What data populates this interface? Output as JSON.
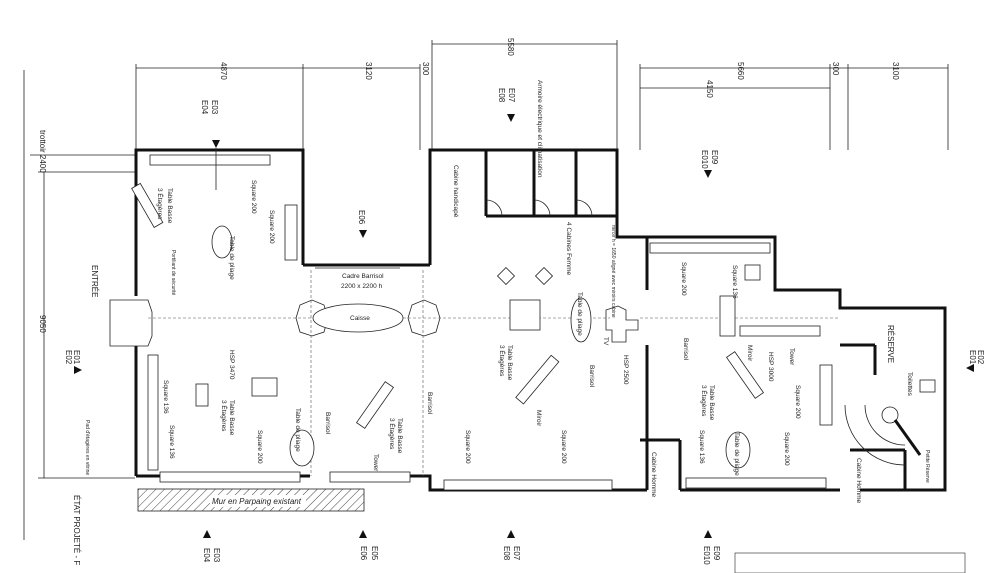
{
  "dimensions": {
    "d4870": "4870",
    "d3120": "3120",
    "d300a": "300",
    "d5580": "5580",
    "d5660": "5660",
    "d4150": "4150",
    "d300b": "300",
    "d3100": "3100",
    "d2400": "trottoir 2400",
    "d9050": "9050"
  },
  "section_marks": {
    "e03": "E03",
    "e04": "E04",
    "e06": "E06",
    "e07": "E07",
    "e08": "E08",
    "e09": "E09",
    "e010": "E010",
    "e02": "E02",
    "e01": "E01",
    "e05": "E05"
  },
  "rooms": {
    "entree": "ENTRÉE",
    "reserve": "RÉSERVE",
    "toilettes": "Toilettes",
    "cabine_handicape": "Cabine handicapé",
    "cabines_femme": "4 Cabines Femme",
    "cabine_homme_left": "Cabine Homme",
    "cabine_homme_right": "Cabine Homme",
    "petite_reserve": "Petite Réserve",
    "armoire": "Armoire électrique et climatisation"
  },
  "furniture": {
    "square200": "Square 200",
    "square136": "Square 136",
    "table_basse": "Table Basse",
    "etageres": "3 Étagères",
    "table_pliage": "Table de pliage",
    "tower": "Tower",
    "barrisol": "Barrisol",
    "miroir": "Miroir",
    "caisse": "Caisse",
    "tv": "TV",
    "cadre_barrisol": "Cadre Barrisol",
    "cadre_size": "2200 x 2200 h",
    "mur": "Mur en Parpaing existant",
    "hsp3470": "HSP 3470",
    "hsp2500": "HSP 2500",
    "hsp3000": "HSP 3000",
    "vitrine_left": "Pad d'étagères en vitrine",
    "vitrine_right": "Portiliant de sécurité",
    "miroir_note": "miroir h = 1650 aligné avec miroirs cabine"
  },
  "footer": {
    "etat": "ÉTAT PROJETÉ - F"
  }
}
